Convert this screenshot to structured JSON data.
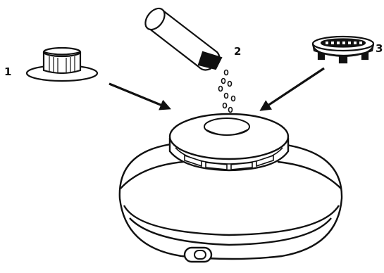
{
  "callouts": [
    {
      "label": "1"
    },
    {
      "label": "2"
    },
    {
      "label": "3"
    }
  ],
  "parts": {
    "cap": "part-1-cap",
    "cartridge": "part-2-cartridge",
    "insert": "part-3-insert",
    "base": "humidifier-base"
  },
  "colors": {
    "ink": "#111111",
    "paper": "#ffffff"
  }
}
